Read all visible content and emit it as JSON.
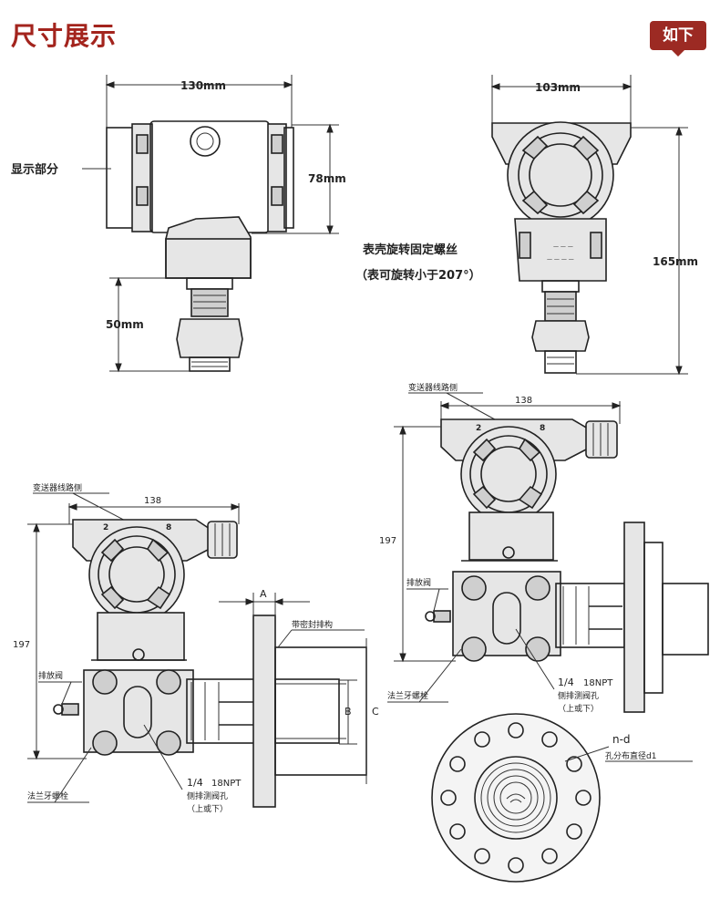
{
  "header": {
    "title": "尺寸展示",
    "badge": "如下"
  },
  "top_left_view": {
    "width_dim": "130mm",
    "height_dim": "78mm",
    "stem_dim": "50mm",
    "display_label": "显示部分"
  },
  "top_right_view": {
    "width_dim": "103mm",
    "height_dim": "165mm",
    "note_line1": "表壳旋转固定螺丝",
    "note_line2": "（表可旋转小于207°）"
  },
  "bottom_left_view": {
    "width_dim": "138",
    "height_dim": "197",
    "top_label": "变送器线路侧",
    "dim_a": "A",
    "dim_b": "B",
    "dim_c": "C",
    "flange_label": "带密封排构",
    "vent_label": "排放阀",
    "drain_label": "法兰牙螺栓",
    "npt_fraction": "1/4",
    "npt_text": "18NPT",
    "npt_sub1": "侧排测阀孔",
    "npt_sub2": "（上或下）",
    "terminal_2": "2",
    "terminal_8": "8"
  },
  "bottom_right_view": {
    "width_dim": "138",
    "height_dim": "197",
    "top_label": "变送器线路侧",
    "vent_label": "排放阀",
    "drain_label": "法兰牙螺栓",
    "npt_fraction": "1/4",
    "npt_text": "18NPT",
    "npt_sub1": "侧排测阀孔",
    "npt_sub2": "（上或下）",
    "terminal_2": "2",
    "terminal_8": "8"
  },
  "flange_view": {
    "holes_label": "n-d",
    "circle_label": "孔分布直径d1"
  }
}
